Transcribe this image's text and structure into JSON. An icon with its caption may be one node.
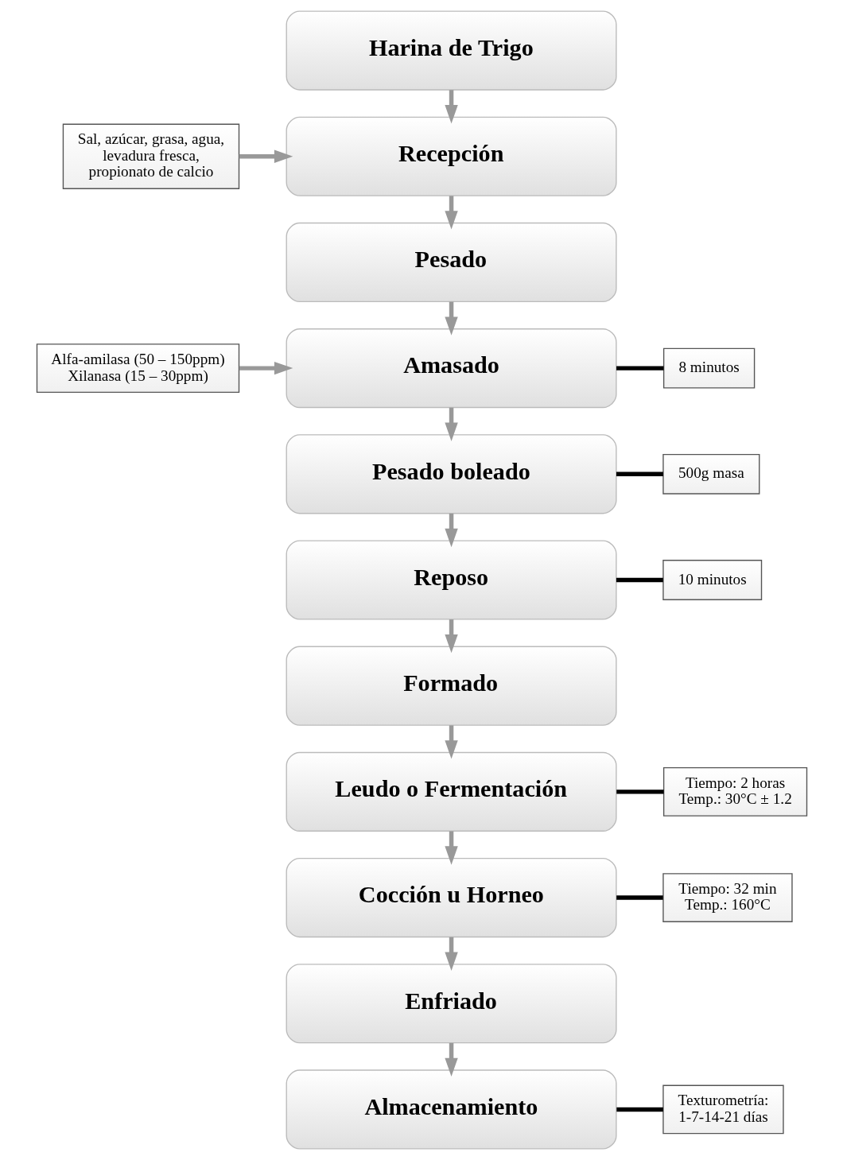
{
  "diagram": {
    "nodes": [
      {
        "text": [
          "Harina de Trigo"
        ]
      },
      {
        "text": [
          "Sal, azúcar, grasa, agua, levadura fresca, propionato de calcio"
        ]
      },
      {
        "text": [
          "Recepción"
        ]
      },
      {
        "text": [
          "Pesado"
        ]
      },
      {
        "text": [
          "Alfa-amilasa (50 – 150ppm)",
          "Xilanasa (15 – 30ppm)"
        ]
      },
      {
        "text": [
          "Amasado"
        ]
      },
      {
        "text": [
          "8 minutos"
        ]
      },
      {
        "text": [
          "Pesado boleado"
        ]
      },
      {
        "text": [
          "500g masa"
        ]
      },
      {
        "text": [
          "Reposo"
        ]
      },
      {
        "text": [
          "10 minutos"
        ]
      },
      {
        "text": [
          "Formado"
        ]
      },
      {
        "text": [
          "Leudo o Fermentación"
        ]
      },
      {
        "text": [
          "Tiempo: 2 horas",
          "Temp.: 30°C ± 1.2"
        ]
      },
      {
        "text": [
          "Cocción u Horneo"
        ]
      },
      {
        "text": [
          "Tiempo: 32 min",
          "Temp.: 160°C"
        ]
      },
      {
        "text": [
          "Enfriado"
        ]
      },
      {
        "text": [
          "Almacenamiento"
        ]
      },
      {
        "text": [
          "Texturometría: 1-7-14-21 días"
        ]
      }
    ],
    "edges": [
      {
        "from": 0,
        "to": 2,
        "arrow": "to"
      },
      {
        "from": 1,
        "to": 2,
        "arrow": "to"
      },
      {
        "from": 2,
        "to": 3,
        "arrow": "to"
      },
      {
        "from": 3,
        "to": 5,
        "arrow": "to"
      },
      {
        "from": 4,
        "to": 5,
        "arrow": "to"
      },
      {
        "from": 5,
        "to": 6,
        "arrow": "none",
        "color": "#000000"
      },
      {
        "from": 5,
        "to": 7,
        "arrow": "to"
      },
      {
        "from": 7,
        "to": 8,
        "arrow": "none",
        "color": "#000000"
      },
      {
        "from": 7,
        "to": 9,
        "arrow": "to"
      },
      {
        "from": 9,
        "to": 10,
        "arrow": "none",
        "color": "#000000"
      },
      {
        "from": 9,
        "to": 11,
        "arrow": "to"
      },
      {
        "from": 11,
        "to": 12,
        "arrow": "to"
      },
      {
        "from": 12,
        "to": 13,
        "arrow": "none",
        "color": "#000000"
      },
      {
        "from": 12,
        "to": 14,
        "arrow": "to"
      },
      {
        "from": 14,
        "to": 15,
        "arrow": "none",
        "color": "#000000"
      },
      {
        "from": 14,
        "to": 16,
        "arrow": "to"
      },
      {
        "from": 16,
        "to": 17,
        "arrow": "to"
      },
      {
        "from": 17,
        "to": 18,
        "arrow": "none",
        "color": "#000000"
      }
    ]
  }
}
